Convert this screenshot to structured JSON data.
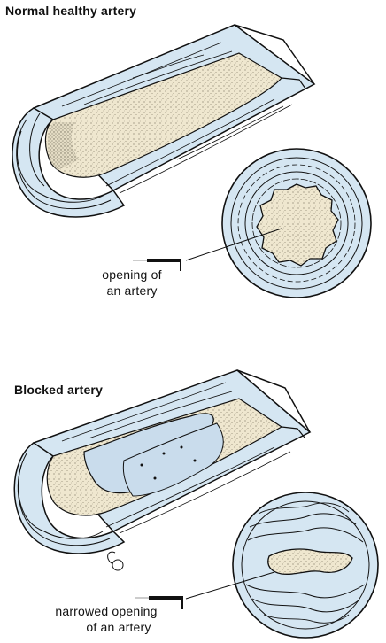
{
  "normal_section": {
    "title": "Normal healthy artery",
    "caption_line1": "opening of",
    "caption_line2": "an artery"
  },
  "blocked_section": {
    "title": "Blocked artery",
    "caption_line1": "narrowed opening",
    "caption_line2": "of an artery"
  },
  "colors": {
    "vessel_wall": "#d5e6f2",
    "lumen": "#efe7cf",
    "outline": "#111111",
    "pointer": "#111111"
  }
}
